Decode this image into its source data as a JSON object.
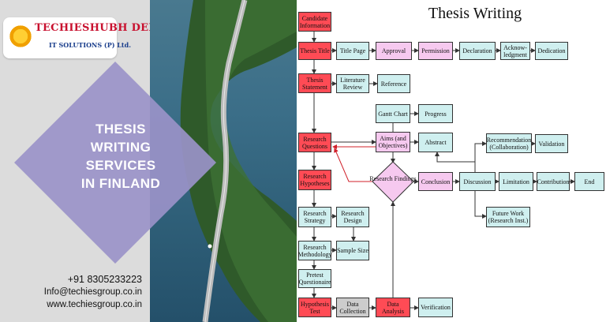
{
  "logo": {
    "line1": "TECHIESHUBH DEEP",
    "line2": "IT SOLUTIONS (P) Ltd."
  },
  "promo": {
    "line1": "THESIS",
    "line2": "WRITING",
    "line3": "SERVICES",
    "line4": "IN FINLAND"
  },
  "contact": {
    "phone": "+91 8305233223",
    "email": "Info@techiesgroup.co.in",
    "website": "www.techiesgroup.co.in"
  },
  "diagram": {
    "title": "Thesis Writing",
    "nodes": {
      "candidate": "Candidate Information",
      "thesis_title": "Thesis Title",
      "title_page": "Title Page",
      "approval": "Approval",
      "permission": "Permission",
      "declaration": "Declaration",
      "acknowledgement": "Acknow-ledgment",
      "dedication": "Dedication",
      "thesis_statement": "Thesis Statement",
      "literature_review": "Literature Review",
      "reference": "Reference",
      "gantt_chart": "Gantt Chart",
      "progress": "Progress",
      "research_questions": "Research Questions",
      "aims": "Aims (and Objectives)",
      "abstract": "Abstract",
      "recommendation": "Recommendation (Collaboration)",
      "validation": "Validation",
      "research_hypotheses": "Research Hypotheses",
      "research_findings": "Research Findings",
      "conclusion": "Conclusion",
      "discussion": "Discussion",
      "limitation": "Limitation",
      "contribution": "Contribution",
      "end": "End",
      "research_strategy": "Research Strategy",
      "research_design": "Research Design",
      "future_work": "Future Work (Research Inst.)",
      "research_methodology": "Research Methodology",
      "sample_size": "Sample Size",
      "pretest": "Pretest Questionaire",
      "hypothesis_test": "Hypothesis Test",
      "data_collection": "Data Collection",
      "data_analysis": "Data Analysis",
      "verification": "Verification"
    }
  },
  "colors": {
    "red_node": "#ff4b55",
    "cyan_node": "#cfefef",
    "pink_node": "#f6c9ef",
    "grey_node": "#cccccc",
    "diamond_overlay": "#9a93c8",
    "water": "#3b6e88",
    "forest": "#2f5a2a"
  }
}
